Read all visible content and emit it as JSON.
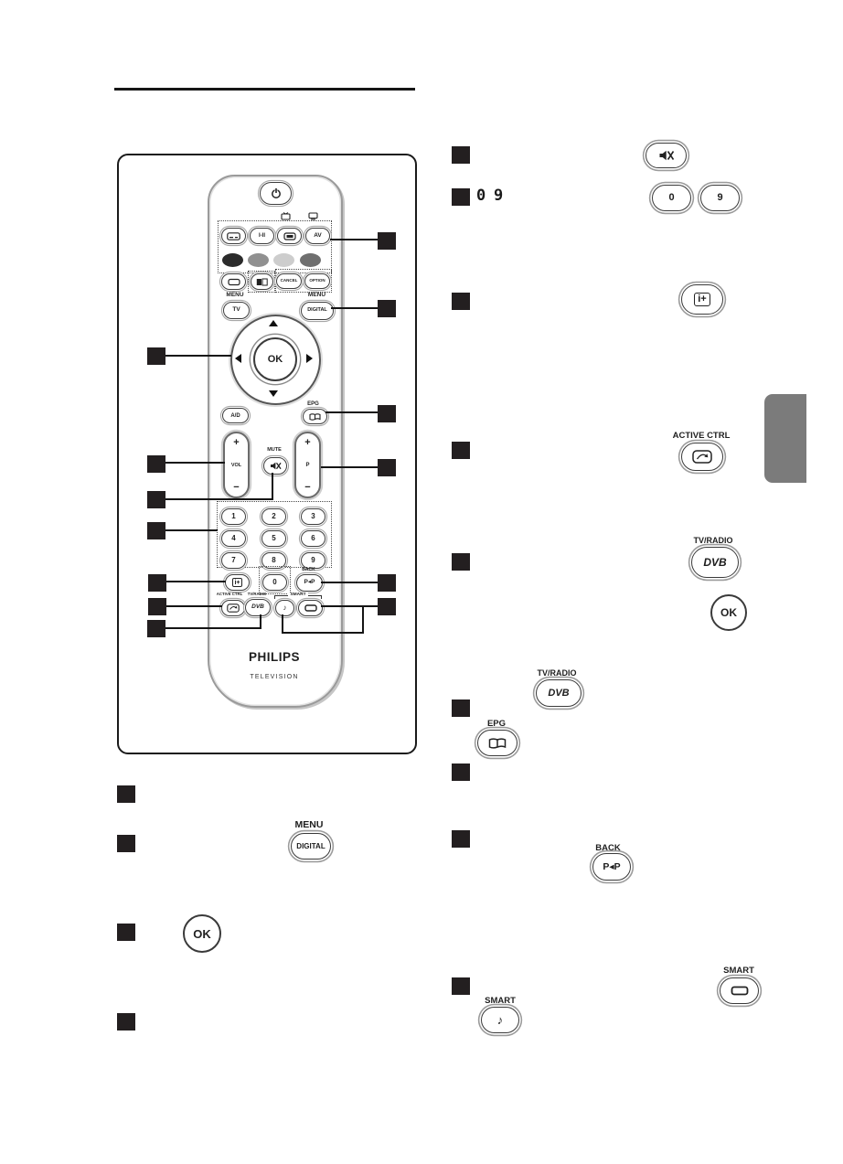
{
  "labels": {
    "menu": "MENU",
    "tv": "TV",
    "digital": "DIGITAL",
    "ok": "OK",
    "ad": "A/D",
    "epg": "EPG",
    "vol": "VOL",
    "mute": "MUTE",
    "p": "P",
    "plus": "+",
    "minus": "−",
    "i_ii": "I-II",
    "av": "AV",
    "cancel": "CANCEL",
    "option": "OPTION",
    "back": "BACK",
    "pp": "P◂P",
    "active_ctrl": "ACTIVE CTRL",
    "tv_radio": "TV/RADIO",
    "dvb": "DVB",
    "smart": "SMART",
    "iplus": "i+",
    "note": "♪",
    "philips": "PHILIPS",
    "television": "TELEVISION",
    "d0": "0",
    "d1": "1",
    "d2": "2",
    "d3": "3",
    "d4": "4",
    "d5": "5",
    "d6": "6",
    "d7": "7",
    "d8": "8",
    "d9": "9"
  },
  "colors": {
    "callout_square": "#231f20",
    "color_key_red": "#2b2b2b",
    "color_key_green": "#909090",
    "color_key_yellow": "#cdcdcd",
    "color_key_blue": "#6f6f6f",
    "side_tab_gray": "#7b7b7b",
    "line_black": "#151515"
  }
}
